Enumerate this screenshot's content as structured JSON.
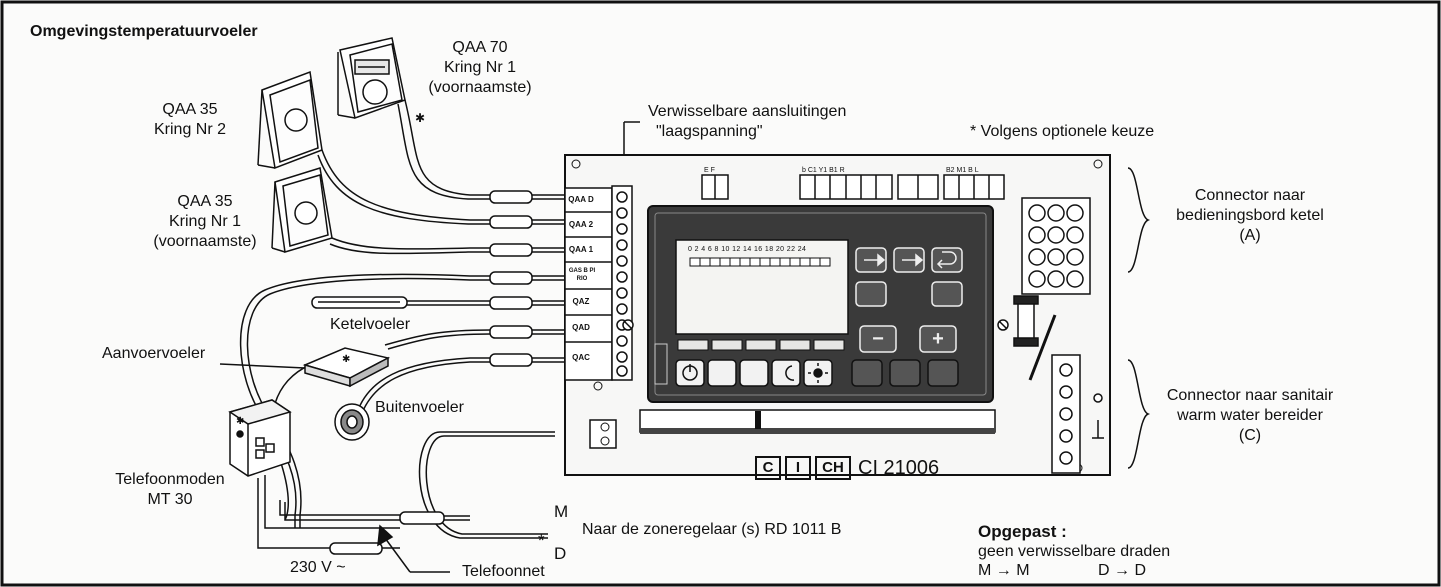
{
  "title": "Omgevingstemperatuurvoeler",
  "sensors": {
    "qaa70": {
      "model": "QAA 70",
      "circuit": "Kring Nr 1",
      "note": "(voornaamste)"
    },
    "qaa35_2": {
      "model": "QAA 35",
      "circuit": "Kring Nr 2"
    },
    "qaa35_1": {
      "model": "QAA 35",
      "circuit": "Kring Nr 1",
      "note": "(voornaamste)"
    },
    "ketelvoeler": "Ketelvoeler",
    "aanvoervoeler": "Aanvoervoeler",
    "buitenvoeler": "Buitenvoeler"
  },
  "telephone": {
    "modem_line1": "Telefoonmoden",
    "modem_line2": "MT 30",
    "power": "230 V ~",
    "network": "Telefoonnet"
  },
  "connections": {
    "line1": "Verwisselbare aansluitingen",
    "line2": "\"laagspanning\"",
    "optional": "* Volgens optionele keuze"
  },
  "terminals": [
    "QAA D",
    "QAA 2",
    "QAA 1",
    "GAS B PI RIO",
    "QAZ",
    "QAD",
    "QAC"
  ],
  "controller": {
    "brand_boxes": [
      "C",
      "I",
      "CH"
    ],
    "model": "CI 21006",
    "scale": "0 2 4 6 8 10 12 14 16 18 20 22 24",
    "minus": "−",
    "plus": "+"
  },
  "connector_a": {
    "line1": "Connector naar",
    "line2": "bedieningsbord ketel",
    "line3": "(A)"
  },
  "connector_c": {
    "line1": "Connector naar sanitair",
    "line2": "warm water bereider",
    "line3": "(C)"
  },
  "zone": {
    "m": "M",
    "d": "D",
    "star": "*",
    "text": "Naar de zoneregelaar (s) RD 1011 B"
  },
  "warning": {
    "title": "Opgepast :",
    "text": "geen verwisselbare draden",
    "m": "M → M",
    "d": "D → D"
  },
  "colors": {
    "line": "#111111",
    "paper": "#fbfbfa",
    "panel": "#2e2e2e",
    "display": "#f4f4f2"
  }
}
